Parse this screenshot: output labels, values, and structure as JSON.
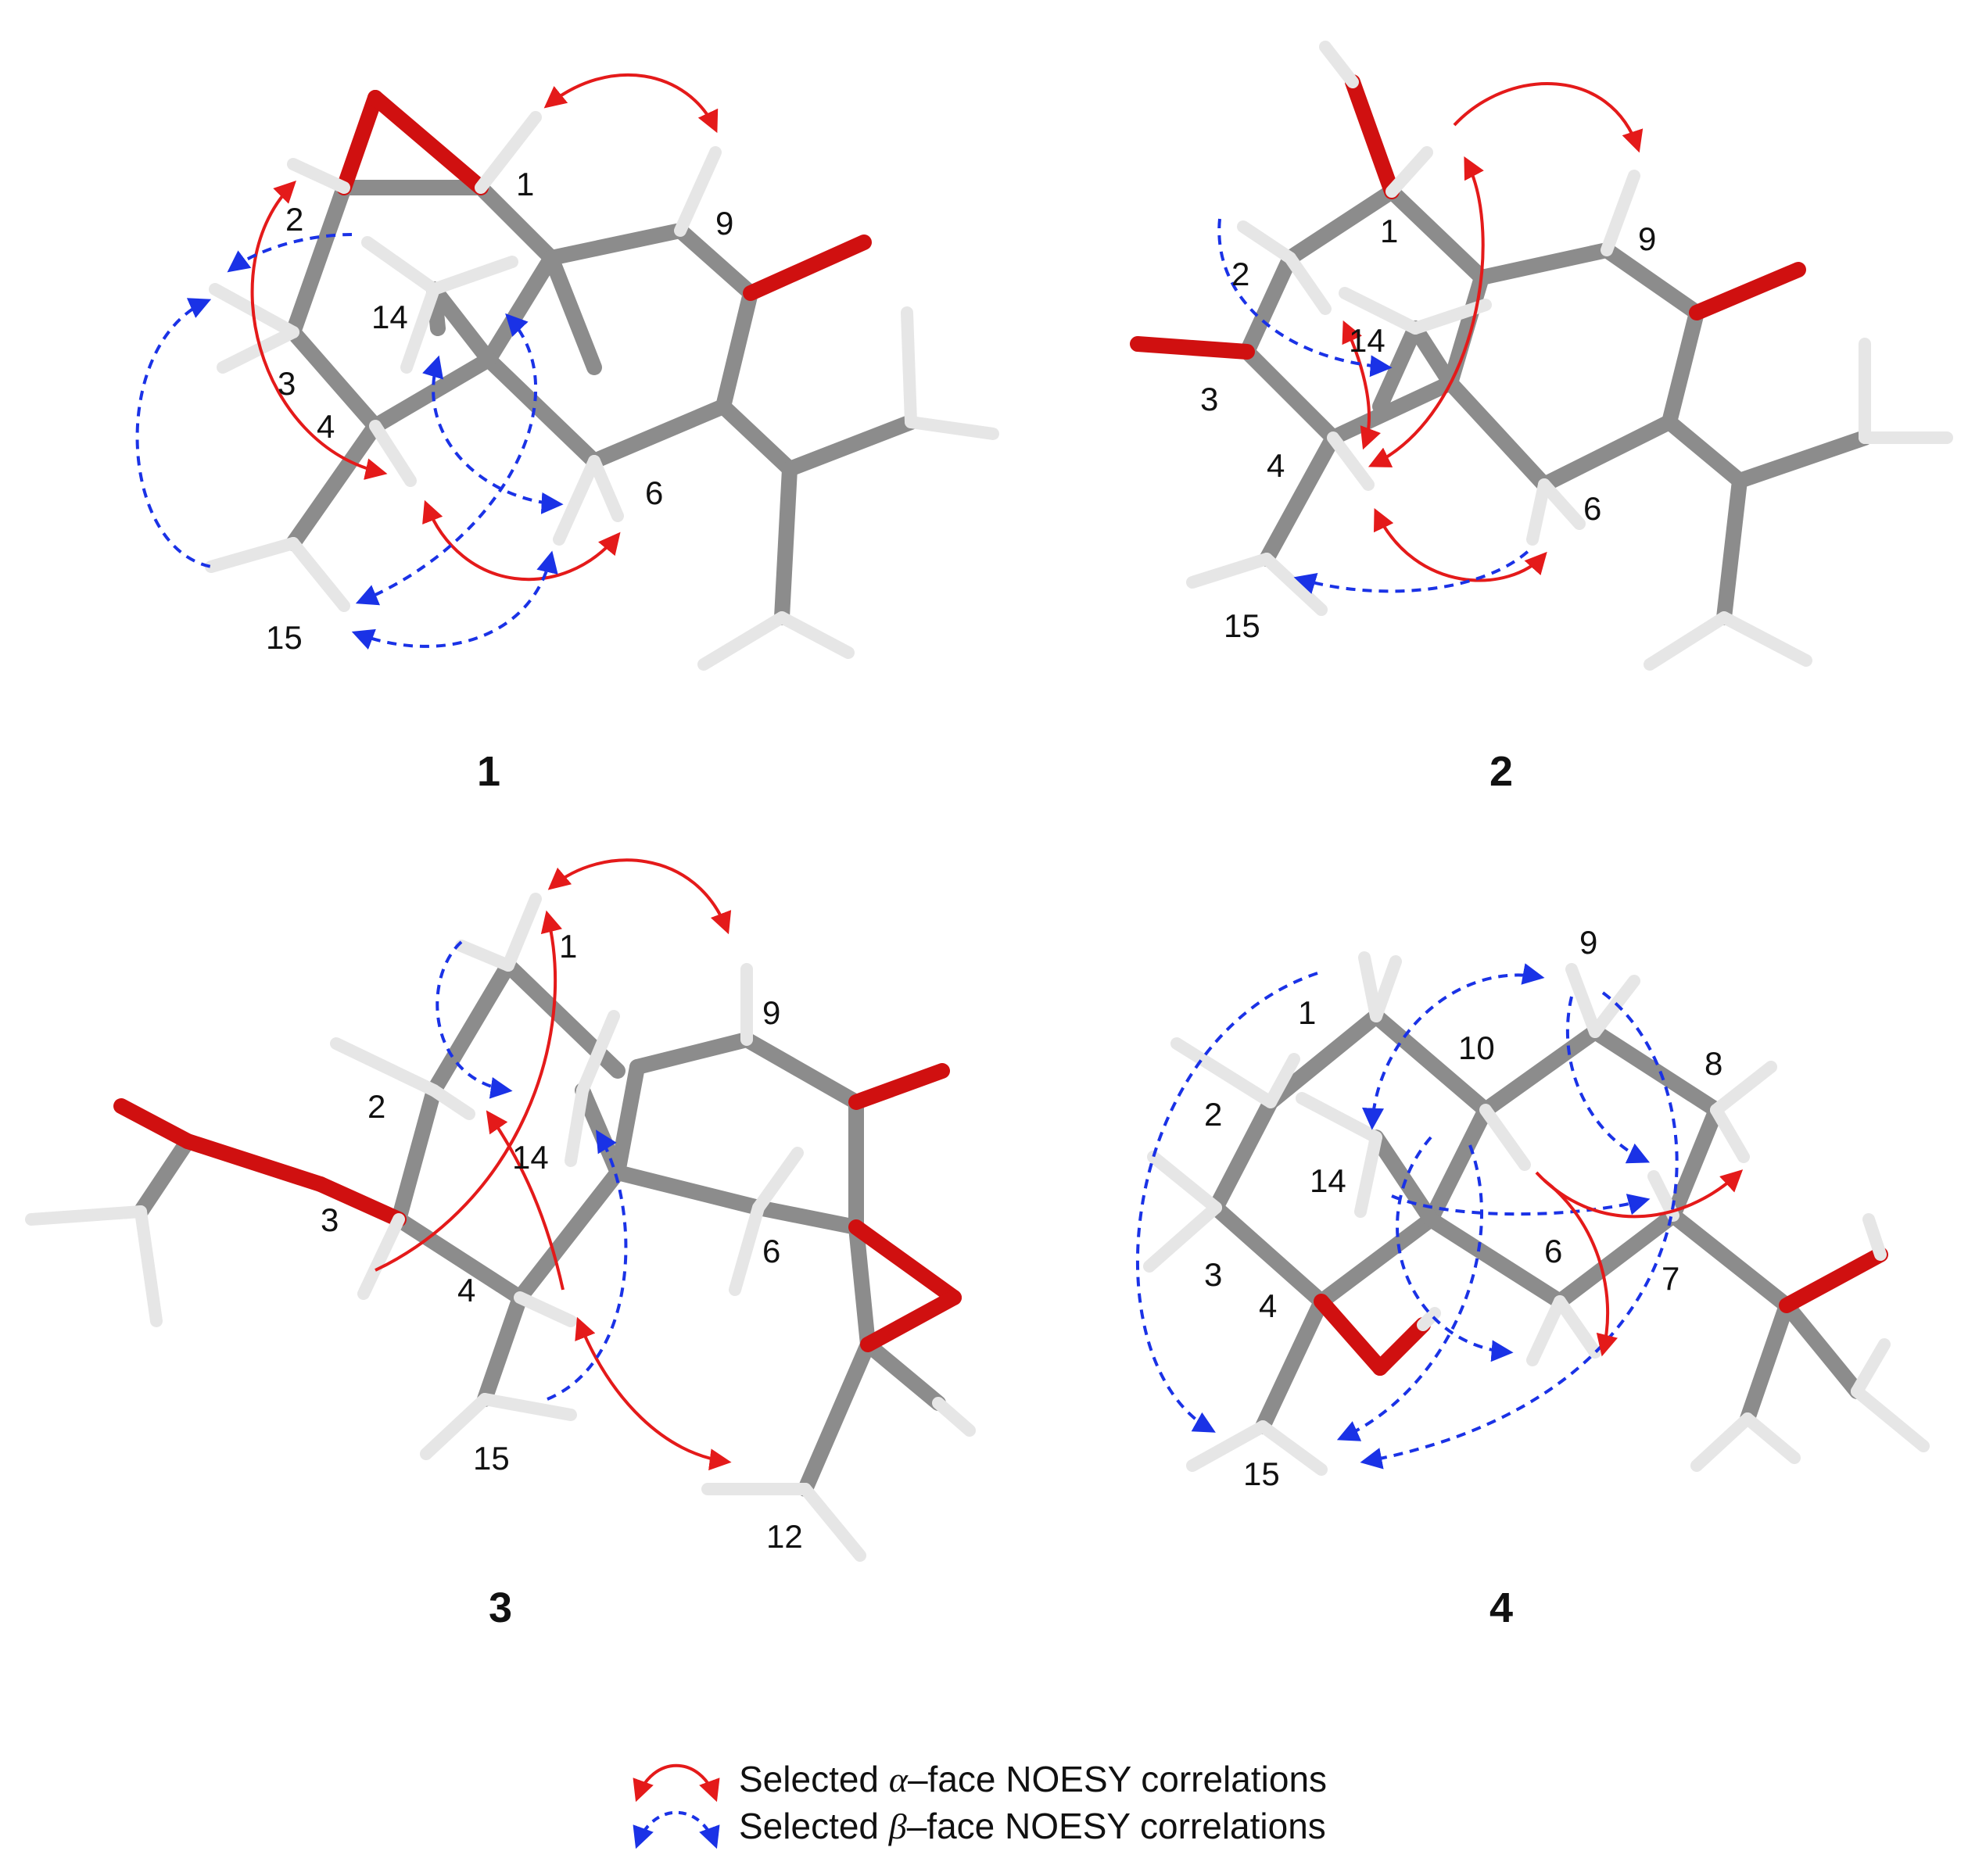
{
  "colors": {
    "alpha": "#e41a1a",
    "beta": "#1a32e6",
    "carbon": "#8c8c8c",
    "hydrogen": "#e6e6e6",
    "oxygen": "#d01010"
  },
  "molecules": [
    {
      "id": "1",
      "atom_labels": [
        "1",
        "2",
        "14",
        "9",
        "3",
        "4",
        "6",
        "15"
      ]
    },
    {
      "id": "2",
      "atom_labels": [
        "1",
        "9",
        "2",
        "14",
        "3",
        "4",
        "6",
        "15"
      ]
    },
    {
      "id": "3",
      "atom_labels": [
        "1",
        "9",
        "2",
        "14",
        "3",
        "6",
        "4",
        "15",
        "12"
      ]
    },
    {
      "id": "4",
      "atom_labels": [
        "9",
        "1",
        "10",
        "8",
        "2",
        "14",
        "3",
        "6",
        "7",
        "4",
        "15"
      ]
    }
  ],
  "legend": {
    "alpha": {
      "prefix": "Selected ",
      "greek": "α",
      "suffix": "–face NOESY correlations"
    },
    "beta": {
      "prefix": "Selected ",
      "greek": "β",
      "suffix": "–face NOESY correlations"
    }
  }
}
